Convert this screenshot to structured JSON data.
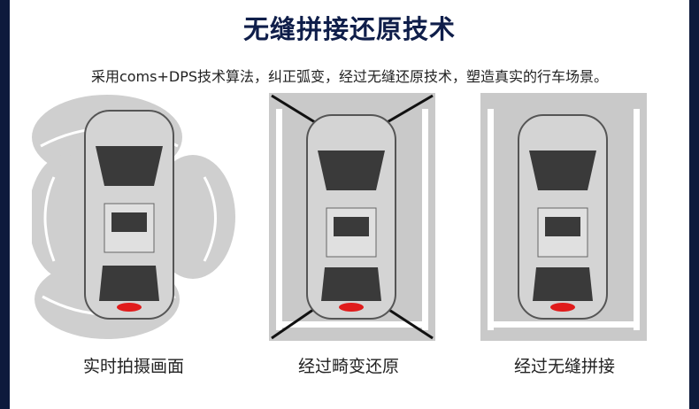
{
  "title": "无缝拼接还原技术",
  "subtitle": "采用coms+DPS技术算法，纠正弧变，经过无缝还原技术，塑造真实的行车场景。",
  "panels": [
    {
      "caption": "实时拍摄画面"
    },
    {
      "caption": "经过畸变还原"
    },
    {
      "caption": "经过无缝拼接"
    }
  ],
  "colors": {
    "page_bg": "#0d1a3c",
    "title": "#0f1e4a",
    "ground": "#c9c9c9",
    "car": "#d4d4d4",
    "brake_light": "#e01b1b"
  }
}
